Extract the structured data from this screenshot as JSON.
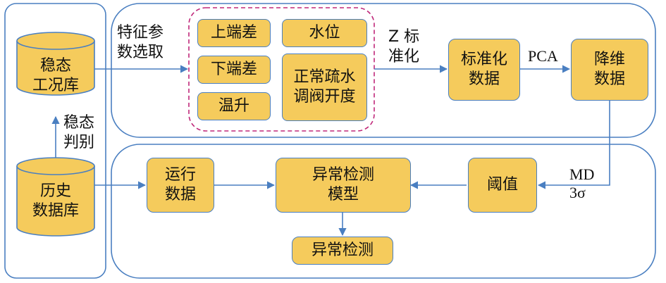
{
  "databases": {
    "steady": "稳态\n工况库",
    "history": "历史\n数据库"
  },
  "edge_labels": {
    "param_select": "特征参\n数选取",
    "steady_judge": "稳态\n判别",
    "z_norm": "Z 标\n准化",
    "pca": "PCA",
    "md_line1": "MD",
    "md_line2": "3σ"
  },
  "params": {
    "upper_diff": "上端差",
    "lower_diff": "下端差",
    "temp_rise": "温升",
    "water_level": "水位",
    "valve_open": "正常疏水\n调阀开度"
  },
  "nodes": {
    "std_data": "标准化\n数据",
    "reduced_data": "降维\n数据",
    "run_data": "运行\n数据",
    "model": "异常检测\n模型",
    "threshold": "阈值",
    "detect": "异常检测"
  },
  "colors": {
    "node_fill": "#F5CB5C",
    "border": "#4A7FC1",
    "arrow": "#4A7FC1",
    "dashed": "#C0287A"
  }
}
